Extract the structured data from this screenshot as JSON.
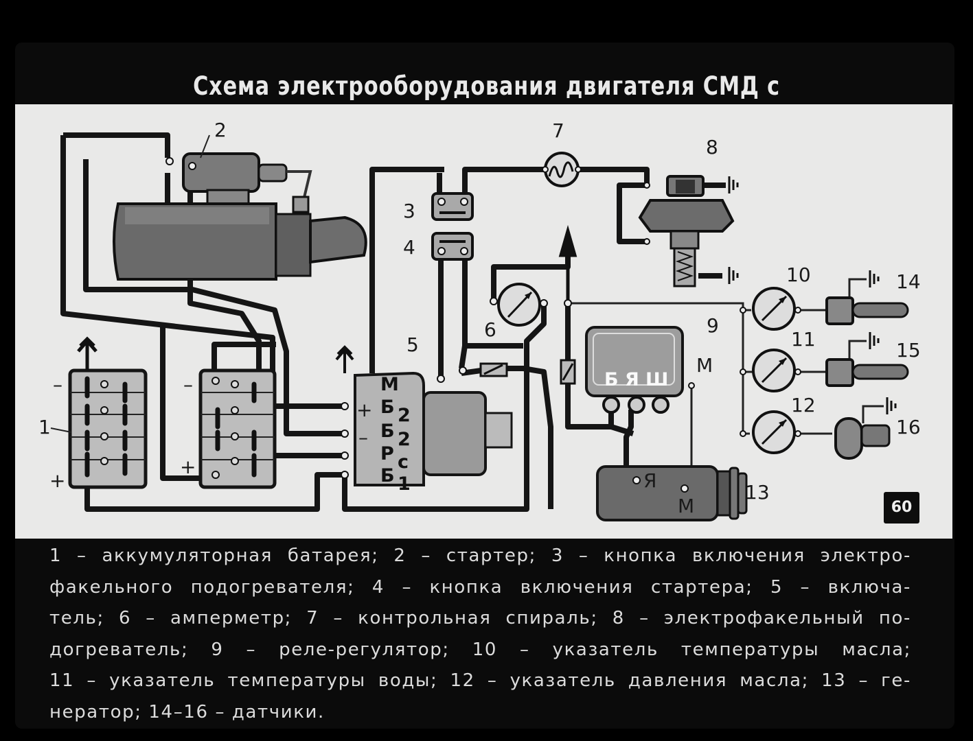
{
  "title": "Схема электрооборудования двигателя СМД с электростартером",
  "page_number": "60",
  "numbers": {
    "n1": "1",
    "n2": "2",
    "n3": "3",
    "n4": "4",
    "n5": "5",
    "n6": "6",
    "n7": "7",
    "n8": "8",
    "n9": "9",
    "n10": "10",
    "n11": "11",
    "n12": "12",
    "n13": "13",
    "n14": "14",
    "n15": "15",
    "n16": "16"
  },
  "switch_terminals": {
    "m": "М",
    "b2a": "Б",
    "b2b": "Б",
    "rc": "Р",
    "b1": "Б",
    "sub2a": "2",
    "sub2b": "2",
    "subc": "с",
    "sub1": "1"
  },
  "regulator_terminals": {
    "b": "Б",
    "ya": "Я",
    "sh": "Ш",
    "m": "М"
  },
  "generator_terminals": {
    "ya": "Я",
    "m": "М"
  },
  "battery_signs": {
    "b1_minus": "–",
    "b1_plus": "+",
    "b2_minus": "–",
    "b2_plus": "+",
    "sw_plus": "+",
    "sw_minus": "–"
  },
  "caption_lines": [
    "1 – аккумуляторная батарея; 2 – стартер; 3 – кнопка включения электро-",
    "факельного подогревателя; 4 – кнопка включения стартера; 5 – включа-",
    "тель; 6 – амперметр; 7 – контрольная спираль; 8 – электрофакельный по-",
    "догреватель; 9 – реле-регулятор; 10 – указатель температуры масла;",
    "11 – указатель температуры воды; 12 – указатель давления масла; 13 – ге-",
    "нератор; 14–16 – датчики."
  ]
}
